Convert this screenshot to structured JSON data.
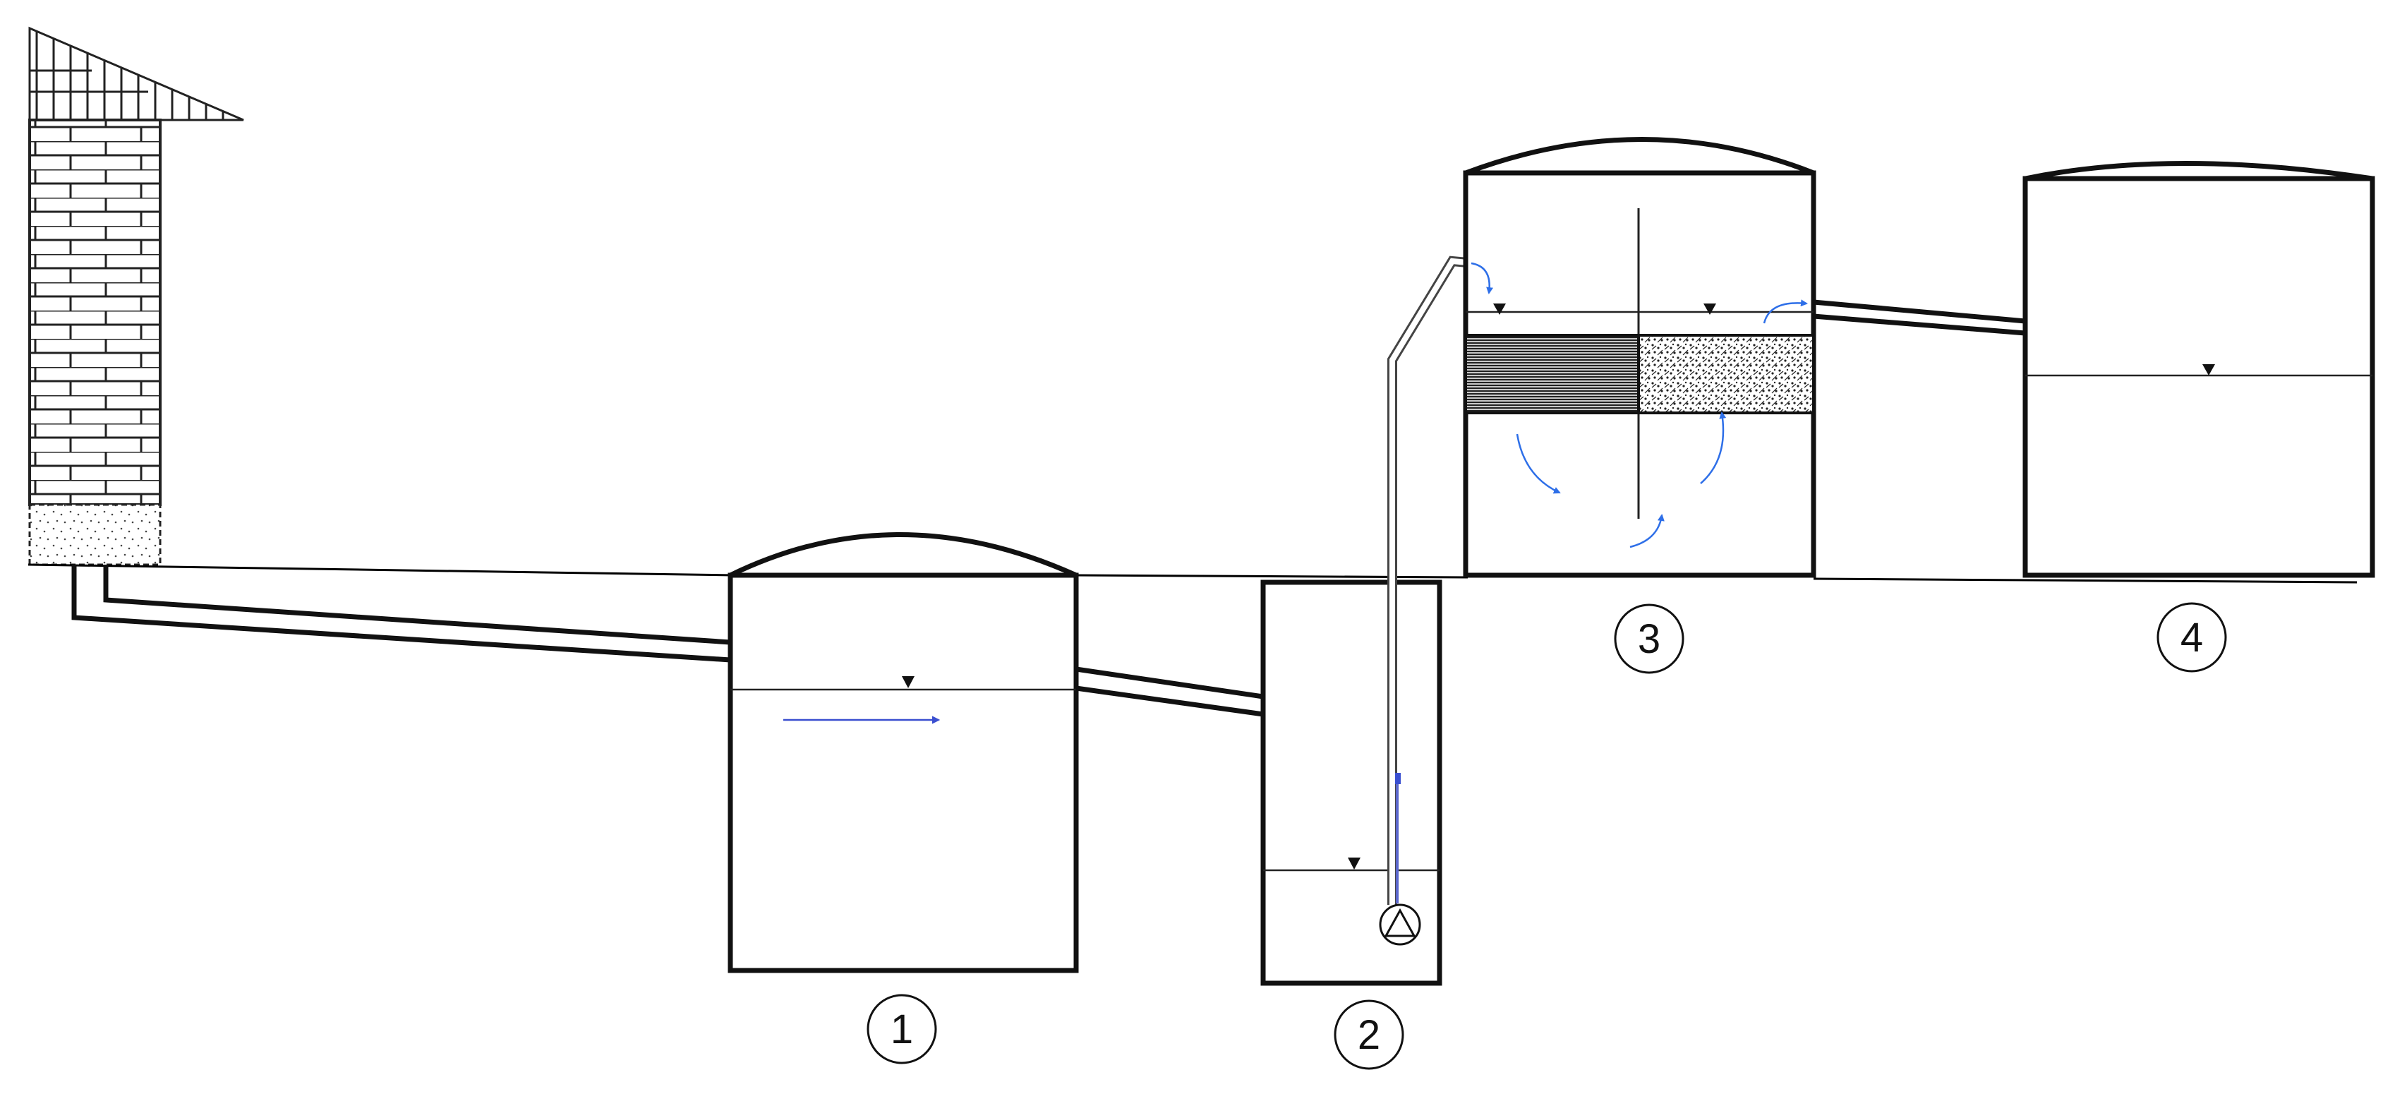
{
  "diagram": {
    "labels": {
      "tank1": "1",
      "tank2": "2",
      "tank3": "3",
      "tank4": "4"
    },
    "colors": {
      "line": "#111111",
      "flow_arrow": "#2e6fe8",
      "inlet_arrow": "#3a4fd0",
      "pipe_fill": "#ffffff",
      "ground": "#000000"
    },
    "icons": {
      "pump": "pump-icon",
      "water_level": "water-level-marker-icon",
      "flow": "flow-arrow-icon"
    }
  }
}
